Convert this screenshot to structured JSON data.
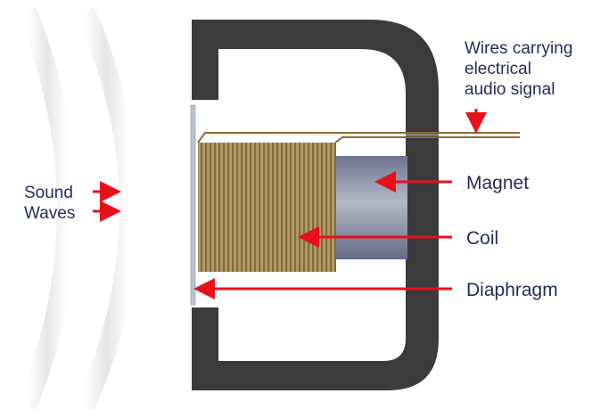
{
  "labels": {
    "sound_line1": "Sound",
    "sound_line2": "Waves",
    "wires_line1": "Wires carrying",
    "wires_line2": "electrical",
    "wires_line3": "audio signal",
    "magnet": "Magnet",
    "coil": "Coil",
    "diaphragm": "Diaphragm"
  },
  "colors": {
    "housing": "#3a3a3a",
    "arrow": "#e8101a",
    "label_text": "#1f2d5c",
    "coil": "#9a8555",
    "wire": "#8b6a3a",
    "magnet": "#8d93a8",
    "diaphragm": "#b9c3cf",
    "wave": "#e3e6e4"
  }
}
